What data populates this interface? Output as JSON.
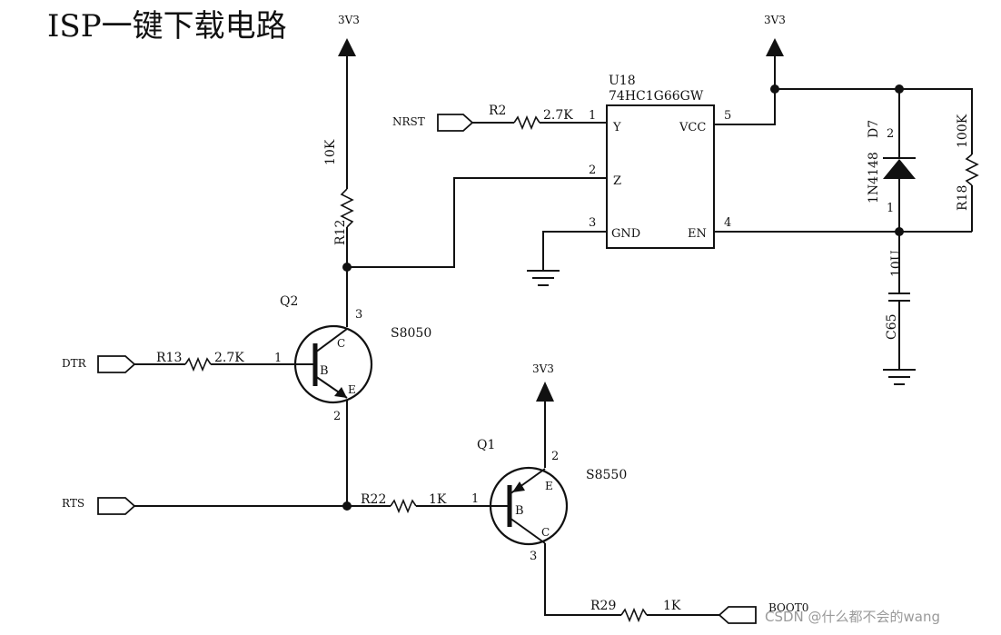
{
  "title": "ISP一键下载电路",
  "power": {
    "v1": "3V3",
    "v2": "3V3",
    "v3": "3V3"
  },
  "ports": {
    "nrst": "NRST",
    "dtr": "DTR",
    "rts": "RTS",
    "boot0": "BOOT0"
  },
  "u18": {
    "ref": "U18",
    "part": "74HC1G66GW",
    "pin_y": "Y",
    "pin_z": "Z",
    "pin_gnd": "GND",
    "pin_vcc": "VCC",
    "pin_en": "EN",
    "n1": "1",
    "n2": "2",
    "n3": "3",
    "n4": "4",
    "n5": "5"
  },
  "r2": {
    "ref": "R2",
    "val": "2.7K"
  },
  "r12": {
    "ref": "R12",
    "val": "10K"
  },
  "r13": {
    "ref": "R13",
    "val": "2.7K"
  },
  "r22": {
    "ref": "R22",
    "val": "1K"
  },
  "r29": {
    "ref": "R29",
    "val": "1K"
  },
  "r18": {
    "ref": "R18",
    "val": "100K"
  },
  "d7": {
    "ref": "D7",
    "part": "1N4148",
    "p2": "2",
    "p1": "1"
  },
  "c65": {
    "ref": "C65",
    "val": "10U"
  },
  "q2": {
    "ref": "Q2",
    "part": "S8050",
    "b": "B",
    "c": "C",
    "e": "E",
    "p1": "1",
    "p2": "2",
    "p3": "3"
  },
  "q1": {
    "ref": "Q1",
    "part": "S8550",
    "b": "B",
    "c": "C",
    "e": "E",
    "p1": "1",
    "p2": "2",
    "p3": "3"
  },
  "watermark": "CSDN @什么都不会的wang"
}
